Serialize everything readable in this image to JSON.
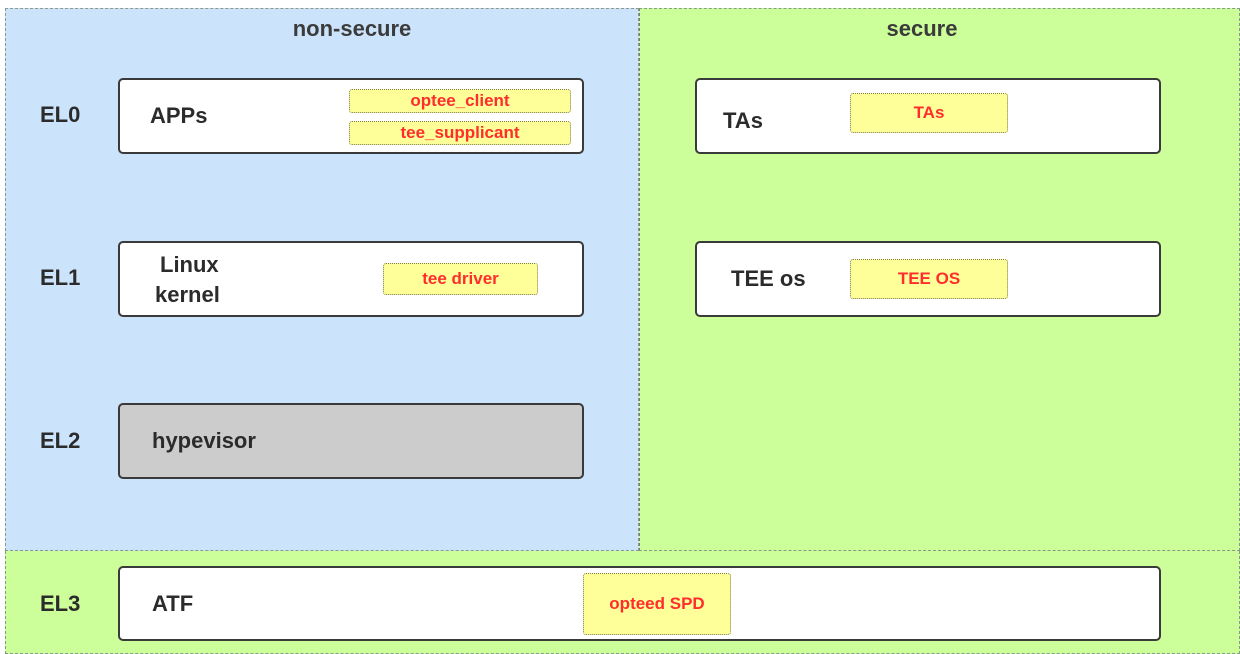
{
  "regions": {
    "non_secure_title": "non-secure",
    "secure_title": "secure"
  },
  "levels": [
    "EL0",
    "EL1",
    "EL2",
    "EL3"
  ],
  "el0": {
    "apps_label": "APPs",
    "optee_client": "optee_client",
    "tee_supplicant": "tee_supplicant",
    "tas_label": "TAs",
    "tas_tag": "TAs"
  },
  "el1": {
    "linux_kernel_line1": "Linux",
    "linux_kernel_line2": "kernel",
    "tee_driver": "tee driver",
    "tee_os_label": "TEE os",
    "tee_os_tag": "TEE OS"
  },
  "el2": {
    "hypervisor_label": "hypevisor"
  },
  "el3": {
    "atf_label": "ATF",
    "opteed_spd": "opteed SPD"
  },
  "colors": {
    "non_secure_bg": "#cce4fb",
    "secure_bg": "#ccfe99",
    "tag_bg": "#ffff99",
    "tag_text": "#ff2d2d",
    "hypervisor_bg": "#cccccc"
  }
}
